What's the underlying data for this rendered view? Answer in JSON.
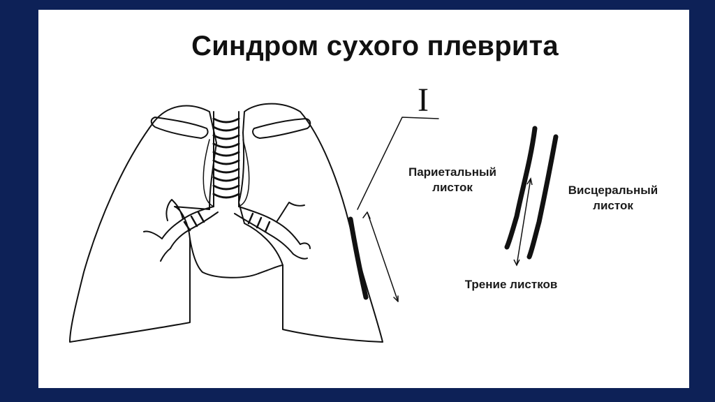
{
  "slide": {
    "title": "Синдром сухого плеврита",
    "background_color": "#0d2157",
    "panel_color": "#ffffff"
  },
  "labels": {
    "roman_numeral": "I",
    "parietal_line1": "Париетальный",
    "parietal_line2": "листок",
    "visceral_line1": "Висцеральный",
    "visceral_line2": "листок",
    "friction": "Трение листков"
  }
}
